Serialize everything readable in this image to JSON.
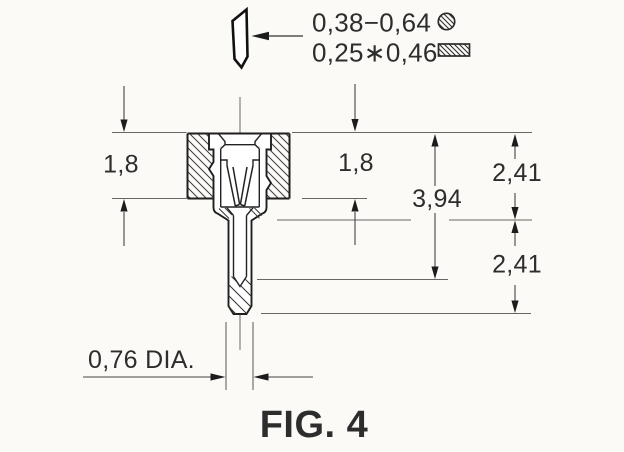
{
  "callout": {
    "line1_value": "0,38−0,64",
    "line2_value": "0,25∗0,46",
    "round_icon": "hatched-circle-icon",
    "rect_icon": "hatched-rect-icon"
  },
  "dimensions": {
    "board_thickness_left": "1,8",
    "board_thickness_right": "1,8",
    "overall_depth": "3,94",
    "upper_half": "2,41",
    "lower_half": "2,41",
    "tail_diameter": "0,76 DIA."
  },
  "caption": {
    "label": "FIG. 4"
  },
  "colors": {
    "caption": "#174a7d",
    "outline": "#1f1f1f",
    "dim_line": "#666666",
    "background": "#fbfaf7"
  }
}
